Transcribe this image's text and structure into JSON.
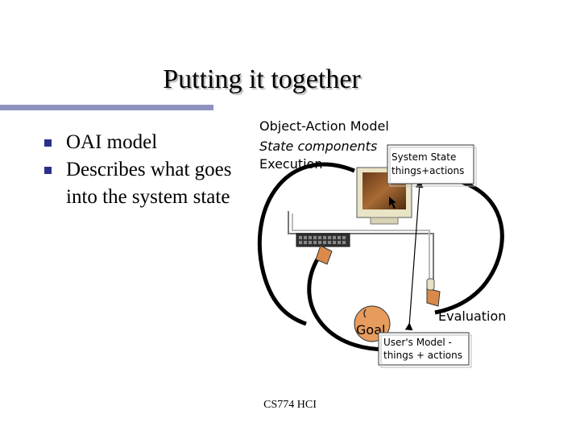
{
  "slide": {
    "title": "Putting it together",
    "bullets": [
      "OAI model",
      "Describes what goes into the system state"
    ],
    "footer": "CS774 HCI"
  },
  "diagram": {
    "heading": "Object-Action Model",
    "subheading": "State components",
    "execution_label": "Execution",
    "evaluation_label": "Evaluation",
    "goal_label": "Goal",
    "system_state_box": [
      "System State",
      "things+actions"
    ],
    "users_model_box": [
      "User's Model -",
      "things + actions"
    ]
  },
  "colors": {
    "rule": "#8f92c0",
    "bullet": "#2b2f8a",
    "hand": "#d98a4a",
    "goal": "#e79c5e"
  }
}
